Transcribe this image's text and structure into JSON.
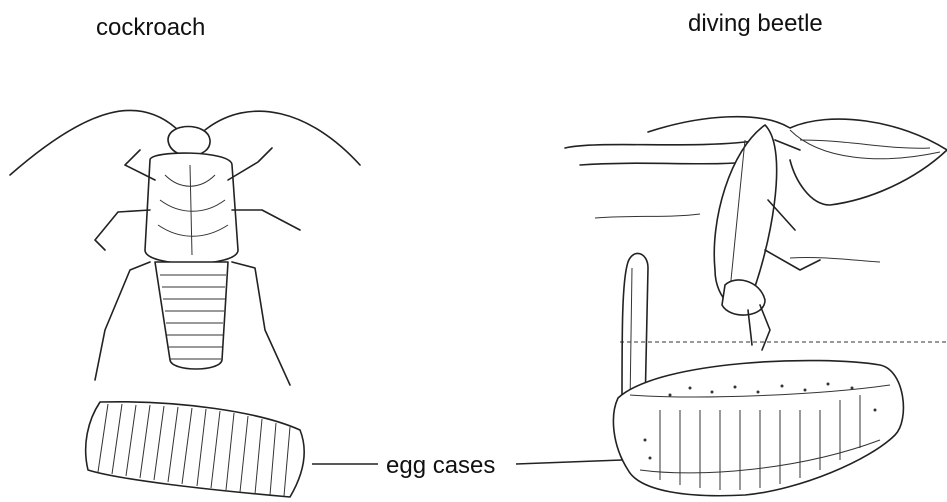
{
  "labels": {
    "cockroach": "cockroach",
    "diving_beetle": "diving beetle",
    "egg_cases": "egg cases"
  },
  "figures": [
    {
      "name": "cockroach",
      "icon": "cockroach-drawing"
    },
    {
      "name": "cockroach-egg-case",
      "icon": "ribbed-egg-case-drawing"
    },
    {
      "name": "diving-beetle",
      "icon": "diving-beetle-drawing"
    },
    {
      "name": "diving-beetle-egg-case",
      "icon": "plant-stem-egg-case-drawing"
    }
  ],
  "colors": {
    "ink": "#222222",
    "background": "#ffffff"
  }
}
